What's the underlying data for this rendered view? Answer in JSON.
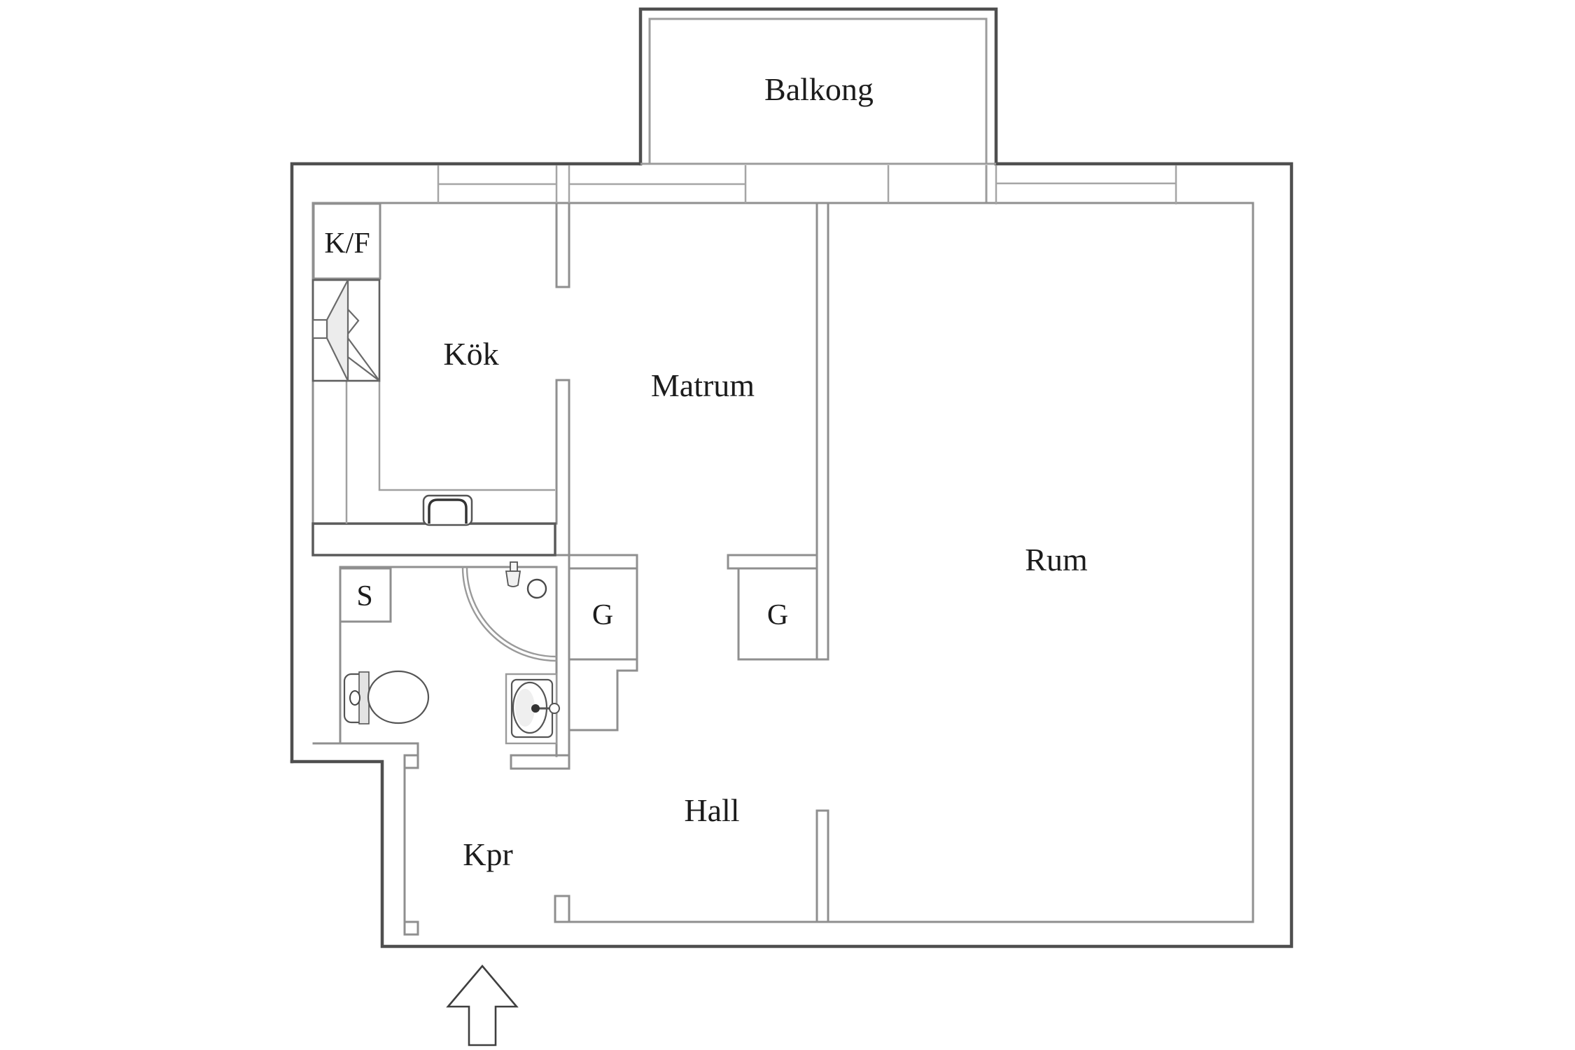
{
  "floorplan": {
    "type": "apartment-floor-plan",
    "labels": {
      "balcony": "Balkong",
      "fridge_freezer": "K/F",
      "kitchen": "Kök",
      "dining_room": "Matrum",
      "room": "Rum",
      "closet_s": "S",
      "wardrobe_1": "G",
      "wardrobe_2": "G",
      "hall": "Hall",
      "walk_in_closet": "Kpr"
    },
    "fixtures": [
      "stove-symbol",
      "kitchen-sink",
      "shower-corner",
      "shower-head",
      "floor-drain",
      "toilet",
      "washbasin",
      "entry-arrow"
    ],
    "colors": {
      "background": "#ffffff",
      "outer_wall": "#4f4f4f",
      "inner_wall": "#8f8f8f",
      "thin_line": "#a5a5a5",
      "fixture_line": "#555555",
      "fixture_fill": "#ececec",
      "text": "#1c1c1c"
    }
  }
}
